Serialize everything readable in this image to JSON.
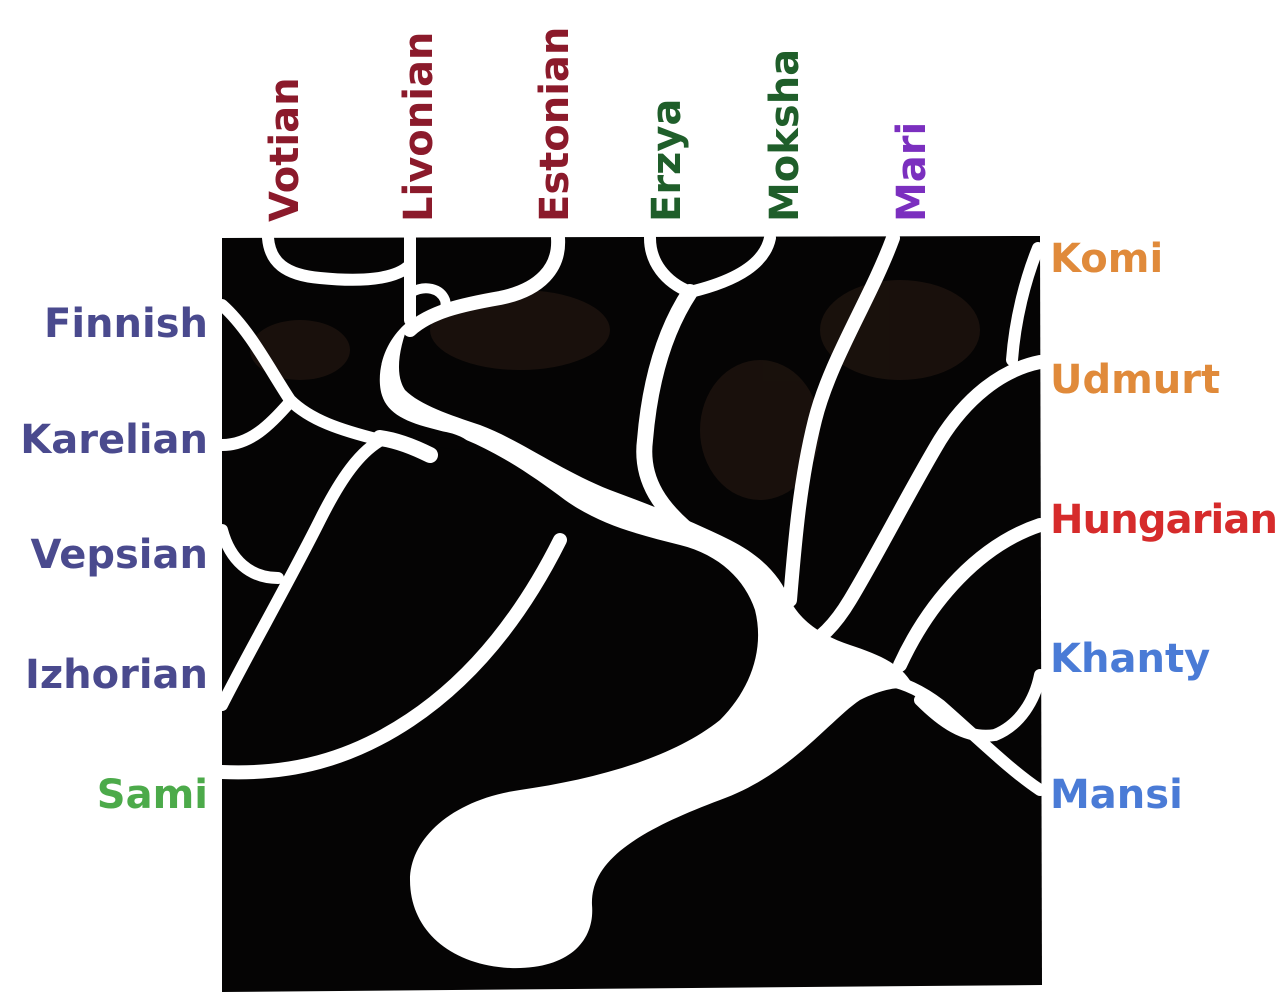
{
  "top_labels": [
    {
      "text": "Votian",
      "color": "#8b1a2b"
    },
    {
      "text": "Livonian",
      "color": "#8b1a2b"
    },
    {
      "text": "Estonian",
      "color": "#8b1a2b"
    },
    {
      "text": "Erzya",
      "color": "#1f5e2a"
    },
    {
      "text": "Moksha",
      "color": "#1f5e2a"
    },
    {
      "text": "Mari",
      "color": "#7b2fbf"
    }
  ],
  "left_labels": [
    {
      "text": "Finnish",
      "color": "#4a4a8e"
    },
    {
      "text": "Karelian",
      "color": "#4a4a8e"
    },
    {
      "text": "Vepsian",
      "color": "#4a4a8e"
    },
    {
      "text": "Izhorian",
      "color": "#4a4a8e"
    },
    {
      "text": "Sami",
      "color": "#4caa4a"
    }
  ],
  "right_labels": [
    {
      "text": "Komi",
      "color": "#e08a3a"
    },
    {
      "text": "Udmurt",
      "color": "#e08a3a"
    },
    {
      "text": "Hungarian",
      "color": "#d62b2b"
    },
    {
      "text": "Khanty",
      "color": "#4a7bd6"
    },
    {
      "text": "Mansi",
      "color": "#4a7bd6"
    }
  ]
}
